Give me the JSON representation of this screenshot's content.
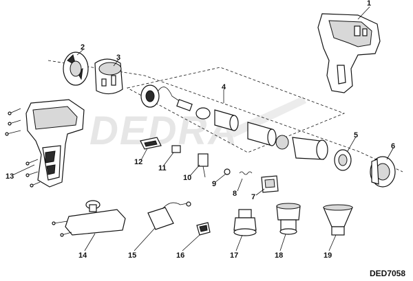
{
  "watermark": "DEDRA",
  "model_code": "DED7058",
  "part_numbers": [
    "1",
    "2",
    "3",
    "4",
    "5",
    "6",
    "7",
    "8",
    "9",
    "10",
    "11",
    "12",
    "13",
    "14",
    "15",
    "16",
    "17",
    "18",
    "19"
  ]
}
